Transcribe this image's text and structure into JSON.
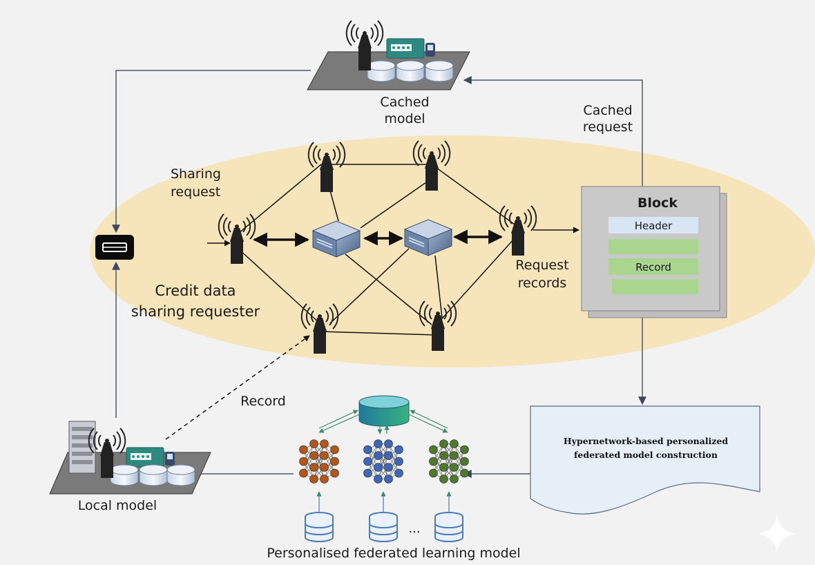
{
  "labels": {
    "cached_model_line1": "Cached",
    "cached_model_line2": "model",
    "cached_request_line1": "Cached",
    "cached_request_line2": "request",
    "sharing_request_line1": "Sharing",
    "sharing_request_line2": "request",
    "requester_line1": "Credit data",
    "requester_line2": "sharing requester",
    "request_records_line1": "Request",
    "request_records_line2": "records",
    "record": "Record",
    "local_model": "Local model",
    "pfl_model": "Personalised federated learning model",
    "ellipsis": "..."
  },
  "block": {
    "title": "Block",
    "header": "Header",
    "record": "Record"
  },
  "hypernetwork_doc": {
    "line1": "Hypernetwork-based personalized",
    "line2": "federated model construction"
  },
  "colors": {
    "ellipse": "#f6e3b4",
    "block_header": "#d8e6f3",
    "block_row": "#a9d58f",
    "tower": "#2a2a2a",
    "nn_orange": "#b4561a",
    "nn_blue": "#3d67b8",
    "nn_green": "#4d7a2c",
    "connector": "#4b5a6b"
  },
  "icons": [
    "tower-icon",
    "server-icon",
    "device-icon",
    "database-icon",
    "neural-network-icon",
    "storage-icon"
  ]
}
